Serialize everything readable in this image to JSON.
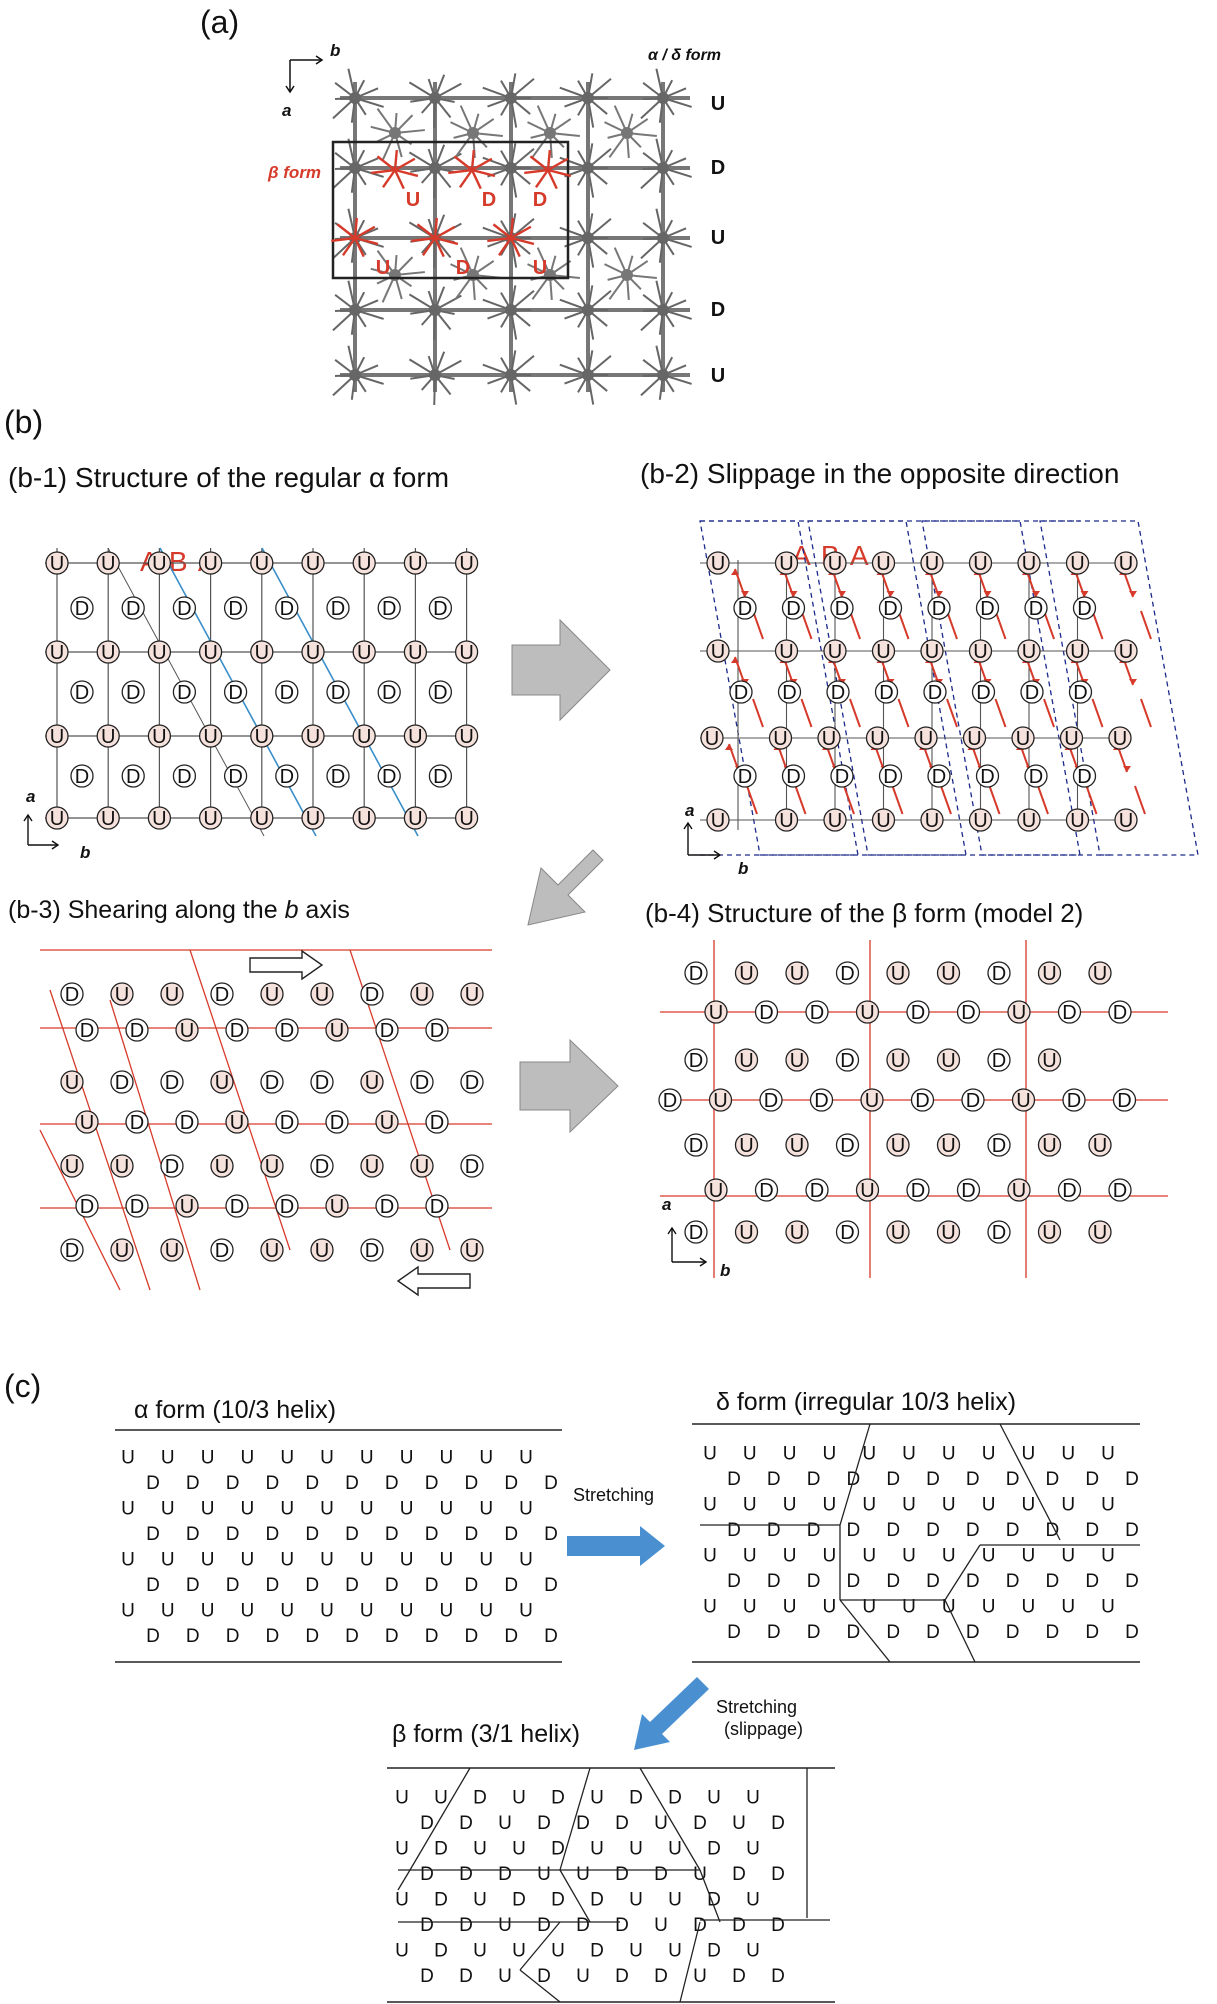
{
  "panels": {
    "a": {
      "letter": "(a)",
      "beta_label": "β form",
      "alpha_delta_label": "α / δ form",
      "right_labels": [
        "U",
        "D",
        "U",
        "D",
        "U"
      ],
      "red_labels_row1": [
        "U",
        "D",
        "D"
      ],
      "red_labels_row2": [
        "U",
        "D",
        "U"
      ],
      "axis_a": "a",
      "axis_b": "b"
    },
    "b": {
      "letter": "(b)"
    },
    "b1": {
      "title": "(b-1) Structure of the regular α form",
      "aba": "A B A",
      "axis_a": "a",
      "axis_b": "b"
    },
    "b2": {
      "title": "(b-2) Slippage in the opposite direction",
      "aba": "A B A",
      "axis_a": "a",
      "axis_b": "b"
    },
    "b3": {
      "title_prefix": "(b-3) Shearing along the ",
      "title_axis": "b",
      "title_suffix": " axis"
    },
    "b4": {
      "title": "(b-4) Structure of the β form (model 2)",
      "axis_a": "a",
      "axis_b": "b"
    },
    "c": {
      "letter": "(c)",
      "alpha_title": "α form (10/3 helix)",
      "delta_title": "δ form (irregular 10/3 helix)",
      "beta_title": "β form (3/1 helix)",
      "arrow1_label": "Stretching",
      "arrow2_label_line1": "Stretching",
      "arrow2_label_line2": "(slippage)"
    }
  },
  "colors": {
    "red": "#d63a2a",
    "blue_line": "#3a8fc8",
    "navy_dash": "#1c2a8a",
    "gray_arrow": "#bdbdbd",
    "blue_arrow": "#4a90d0",
    "circle_fill": "#f6e2dd"
  }
}
